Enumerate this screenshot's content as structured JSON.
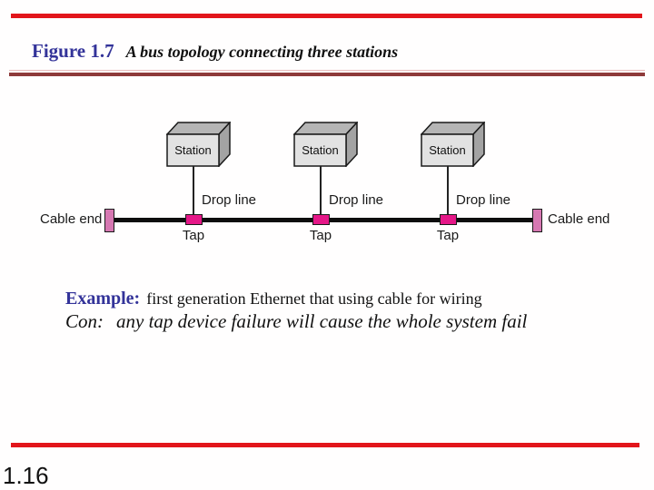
{
  "slide": {
    "title": {
      "figure_label": "Figure 1.7",
      "caption": "A bus topology connecting three stations"
    },
    "diagram": {
      "stations": [
        {
          "label": "Station"
        },
        {
          "label": "Station"
        },
        {
          "label": "Station"
        }
      ],
      "drop_line_label": "Drop line",
      "tap_label": "Tap",
      "cable_end_left": "Cable end",
      "cable_end_right": "Cable end"
    },
    "example": {
      "prefix": "Example:",
      "text": "first generation Ethernet that using cable for wiring"
    },
    "con": {
      "prefix": "Con:",
      "text": "any tap device failure will cause the whole system fail"
    },
    "page_number": "1.16",
    "colors": {
      "accent_red": "#e2151b",
      "divider_dark_red": "#8e3a3a",
      "heading_blue": "#333399",
      "tap_magenta": "#e51788",
      "cable_end_pink": "#d678b2",
      "station_front_gray": "#e2e2e2",
      "station_top_gray": "#b5b5b5",
      "station_side_gray": "#a3a3a3"
    }
  }
}
